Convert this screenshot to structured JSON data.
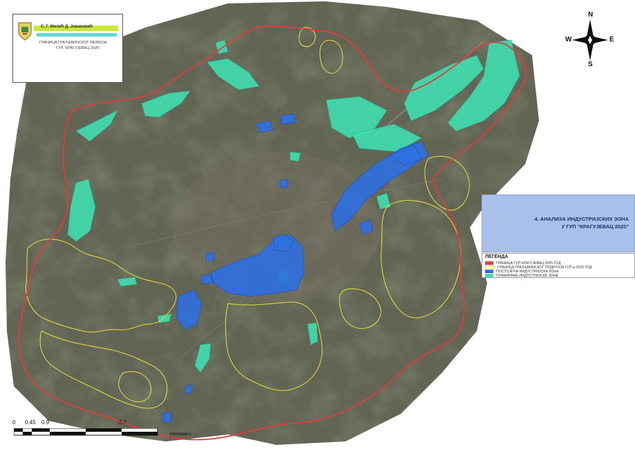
{
  "logo": {
    "line1": "С. Г. Милић Д. Јовановић",
    "line2": "ГРАНИЦА ГРАЂЕВИНСКОГ РАЗВОЈА",
    "line3": "ГУП \"КРАГУЈЕВАЦ 2025\"",
    "icon": "city-emblem-icon"
  },
  "north_arrow": {
    "n": "N",
    "s": "S",
    "e": "E",
    "w": "W",
    "icon": "compass-rose-icon"
  },
  "title": {
    "line1": "4. АНАЛИЗА ИНДУСТРИЈСКИХ ЗОНА",
    "line2": "У ГУП \"КРАГУЈЕВАЦ 2025\""
  },
  "legend": {
    "title": "ЛЕГЕНДА",
    "items": [
      {
        "label": "ГРАНИЦА ГУП КРАГУЈЕВАЦ 2025 ГОД",
        "color": "#e23b3b"
      },
      {
        "label": "ГРАНИЦА ГРАЂЕВИНСКОГ ПОДРУЧЈА ГУП-а 2025 ГОД",
        "color": "#e8e23a"
      },
      {
        "label": "ПОСТОЈЕЋА ИНДУСТРИЈСКА ЗОНА",
        "color": "#2f6fe0"
      },
      {
        "label": "ПЛАНИРАНЕ ИНДУСТРИЈСКЕ ЗОНЕ",
        "color": "#3fe0b2"
      }
    ]
  },
  "scale_bar": {
    "labels": [
      "0",
      "0.45",
      "0.9",
      "2.7"
    ],
    "unit": "Kilometers"
  },
  "colors": {
    "imagery": "#4e4e40",
    "gup_boundary": "#e23b3b",
    "construction_boundary": "#e8e23a",
    "existing_zone": "#2f6fe0",
    "planned_zone": "#3fe0b2",
    "title_panel": "#a9c1ea"
  }
}
